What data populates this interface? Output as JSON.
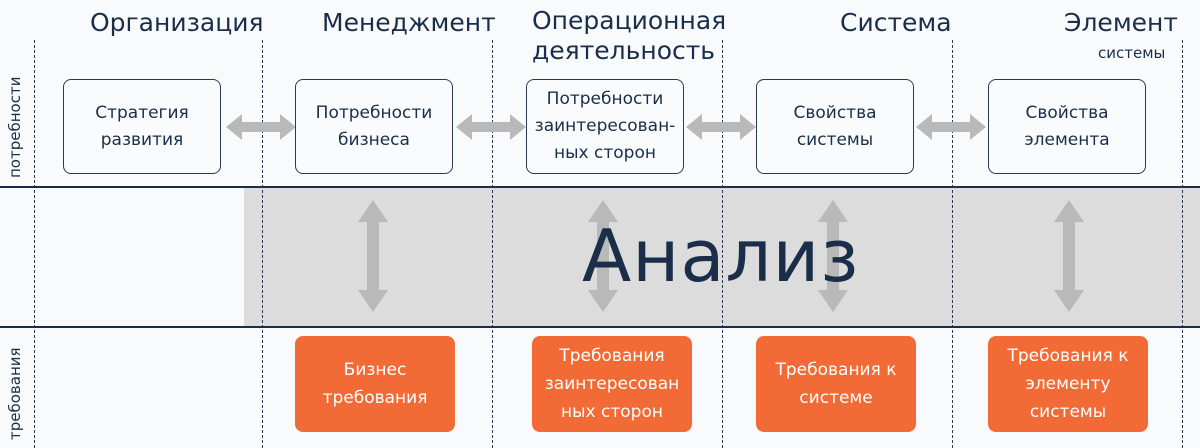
{
  "columns": [
    {
      "title": "Организация"
    },
    {
      "title": "Менеджмент"
    },
    {
      "title": "Операционная\nдеятельность"
    },
    {
      "title": "Система"
    },
    {
      "title": "Элемент",
      "subtitle": "системы"
    }
  ],
  "row_labels": {
    "needs": "потребности",
    "requirements": "требования"
  },
  "needs": [
    "Стратегия\nразвития",
    "Потребности\nбизнеса",
    "Потребности\nзаинтересован-\nных сторон",
    "Свойства\nсистемы",
    "Свойства\nэлемента"
  ],
  "requirements": [
    "Бизнес\nтребования",
    "Требования\nзаинтересован\nных сторон",
    "Требования к\nсистеме",
    "Требования к\nэлементу\nсистемы"
  ],
  "analysis_label": "Анализ",
  "colors": {
    "navy": "#1a2e4a",
    "orange": "#f26a36",
    "band_gray": "#dcdcdc",
    "arrow_gray": "#b9b9b9"
  }
}
